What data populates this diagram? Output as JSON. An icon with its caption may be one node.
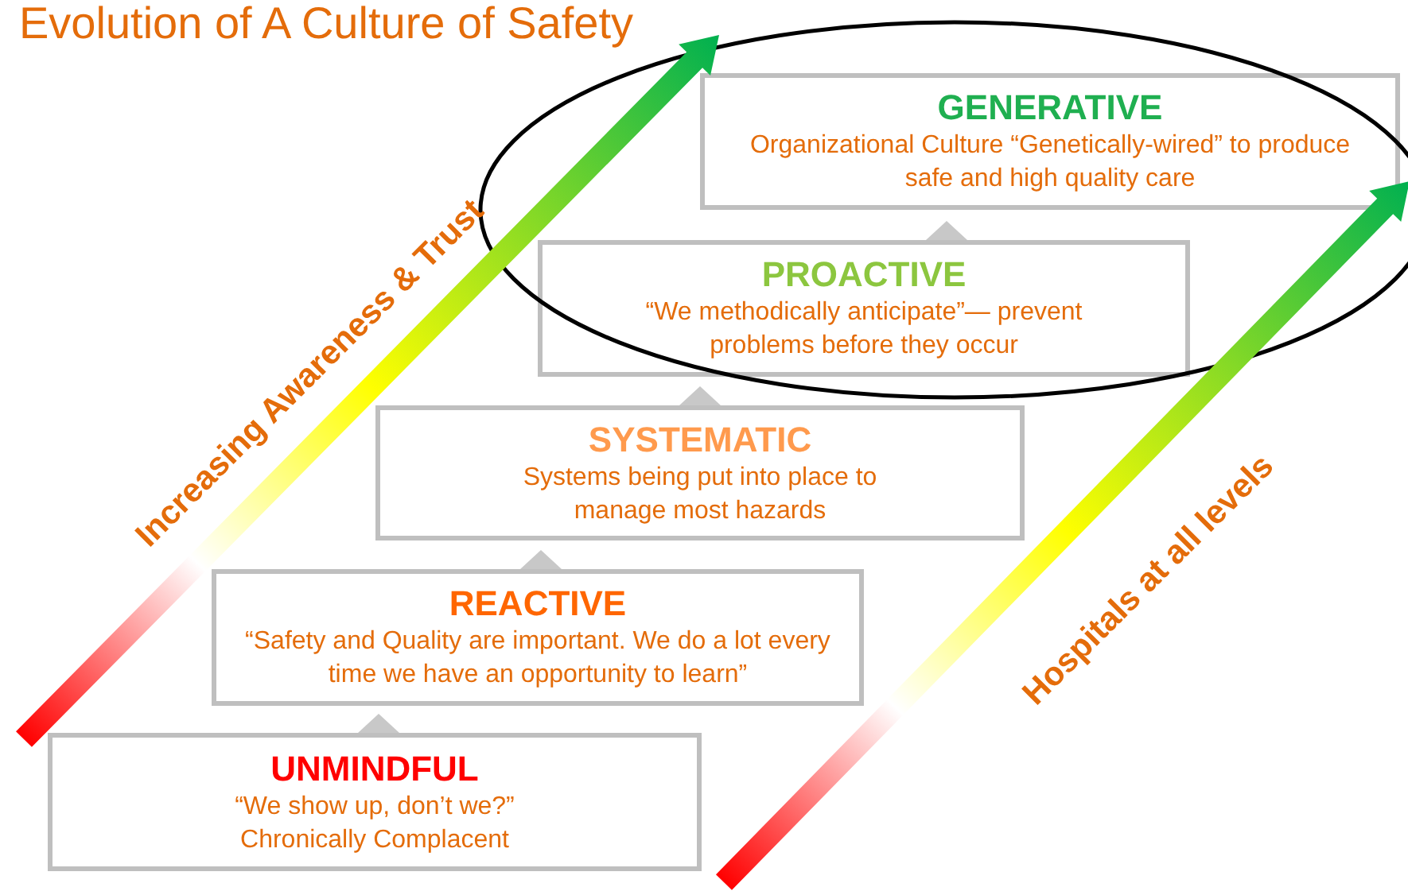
{
  "diagram": {
    "title": "Evolution of A Culture of Safety",
    "nodes": [
      {
        "text": [
          "GENERATIVE",
          "Organizational Culture “Genetically-wired” to produce safe and high quality care"
        ]
      },
      {
        "text": [
          "PROACTIVE",
          "“We methodically anticipate”— prevent problems before they occur"
        ]
      },
      {
        "text": [
          "SYSTEMATIC",
          "Systems being put into place to manage most hazards"
        ]
      },
      {
        "text": [
          "REACTIVE",
          "“Safety and Quality are important.  We do a lot every time we have an opportunity to learn”"
        ]
      },
      {
        "text": [
          "UNMINDFUL",
          "“We show up, don’t we?” Chronically Complacent"
        ]
      }
    ],
    "labels": [
      "Increasing Awareness & Trust",
      "Hospitals at all levels"
    ]
  }
}
